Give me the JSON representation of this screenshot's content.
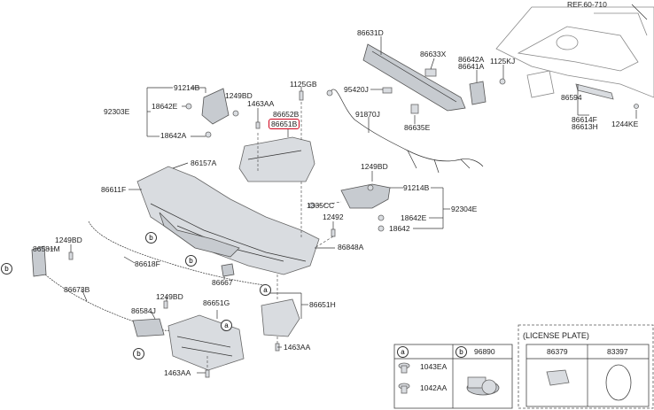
{
  "labels": {
    "ref": "REF.60-710",
    "p86631D": "86631D",
    "p86633X": "86633X",
    "p86642A": "86642A",
    "p86641A": "86641A",
    "p1125KJ": "1125KJ",
    "p95420J": "95420J",
    "p91870J": "91870J",
    "p86635E": "86635E",
    "p86594": "86594",
    "p86614F": "86614F",
    "p86613H": "86613H",
    "p1244KE": "1244KE",
    "p91214B_l": "91214B",
    "p1249BD_l": "1249BD",
    "p92303E": "92303E",
    "p18642E_l": "18642E",
    "p18642A": "18642A",
    "p1463AA_top": "1463AA",
    "p1125GB": "1125GB",
    "p86652B": "86652B",
    "p86651B": "86651B",
    "p86157A": "86157A",
    "p86611F": "86611F",
    "p1249BD_r": "1249BD",
    "p91214B_r": "91214B",
    "p92304E": "92304E",
    "p1335CC": "1335CC",
    "p18642E_r": "18642E",
    "p12492": "12492",
    "p18642": "18642",
    "p86848A": "86848A",
    "p1249BD_ll": "1249BD",
    "p86581M": "86581M",
    "p86618F": "86618F",
    "p86667": "86667",
    "p86673B": "86673B",
    "p1249BD_m": "1249BD",
    "p86584J": "86584J",
    "p86651G": "86651G",
    "p86651H": "86651H",
    "p1463AA_mid": "1463AA",
    "p1463AA_bot": "1463AA"
  },
  "callouts": {
    "a": "a",
    "b": "b"
  },
  "legend": {
    "a_key": "a",
    "b_key": "b",
    "b_part": "96890",
    "a_item1": "1043EA",
    "a_item2": "1042AA"
  },
  "license_plate": {
    "title": "(LICENSE PLATE)",
    "col1": "86379",
    "col2": "83397"
  },
  "highlight_color": "#d0021b"
}
